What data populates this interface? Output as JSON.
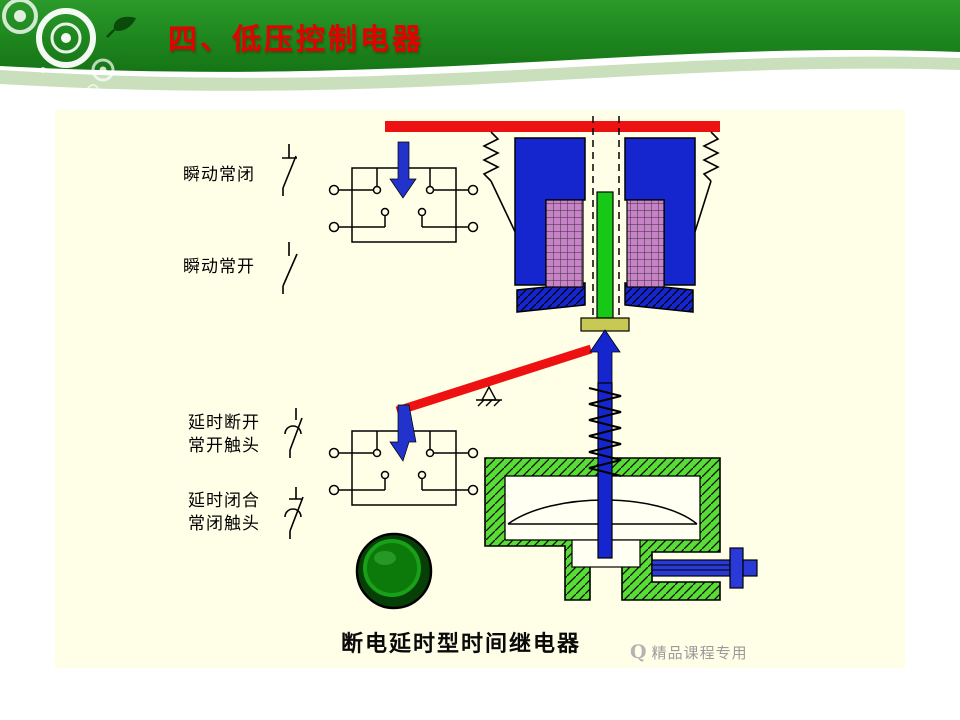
{
  "slide": {
    "title": "四、低压控制电器",
    "caption": "断电延时型时间继电器",
    "watermark_logo": "Q",
    "watermark_text": "精品课程专用"
  },
  "contact_labels": {
    "instant_nc": "瞬动常闭",
    "instant_no": "瞬动常开",
    "delay_open_l1": "延时断开",
    "delay_open_l2": "常开触头",
    "delay_close_l1": "延时闭合",
    "delay_close_l2": "常闭触头"
  },
  "colors": {
    "header_green": "#218A21",
    "ribbon_green": "#C4DCB4",
    "title_red": "#E60000",
    "content_bg": "#FFFFE8",
    "core_blue": "#1626CE",
    "coil_purple": "#C882C8",
    "mech_green": "#58DC36",
    "rod_green": "#17C817",
    "accent_red": "#EE1111",
    "button_green": "#0B7A0B"
  }
}
